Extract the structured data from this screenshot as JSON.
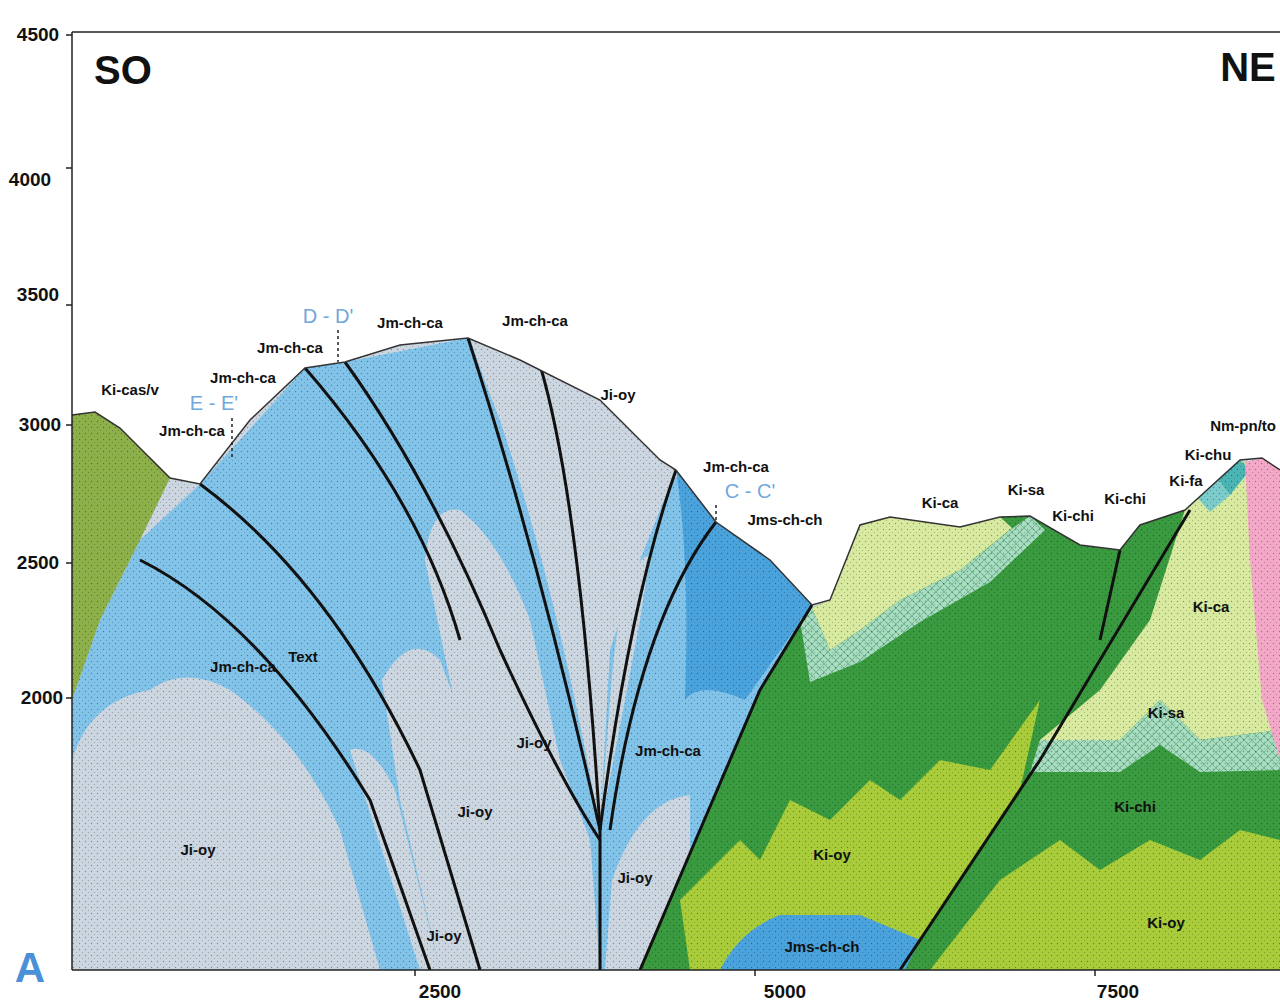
{
  "diagram": {
    "labels": [
      "4500",
      "4000",
      "3500",
      "3000",
      "2500",
      "2000",
      "2500",
      "5000",
      "7500",
      "SO",
      "NE",
      "A",
      "D - D'",
      "E - E'",
      "C - C'",
      "Ki-cas/v",
      "Jm-ch-ca",
      "Jm-ch-ca",
      "Jm-ch-ca",
      "Jm-ch-ca",
      "Jm-ch-ca",
      "Ji-oy",
      "Jm-ch-ca",
      "Jms-ch-ch",
      "Ki-ca",
      "Ki-sa",
      "Ki-chi",
      "Ki-chi",
      "Nm-pn/to",
      "Ki-chu",
      "Ki-fa",
      "Ki-ca",
      "Jm-ch-ca",
      "Text",
      "Ki-sa",
      "Ji-oy",
      "Jm-ch-ca",
      "Ki-chi",
      "Ji-oy",
      "Ji-oy",
      "Ki-oy",
      "Ji-oy",
      "Ki-oy",
      "Ji-oy",
      "Jms-ch-ch"
    ]
  }
}
